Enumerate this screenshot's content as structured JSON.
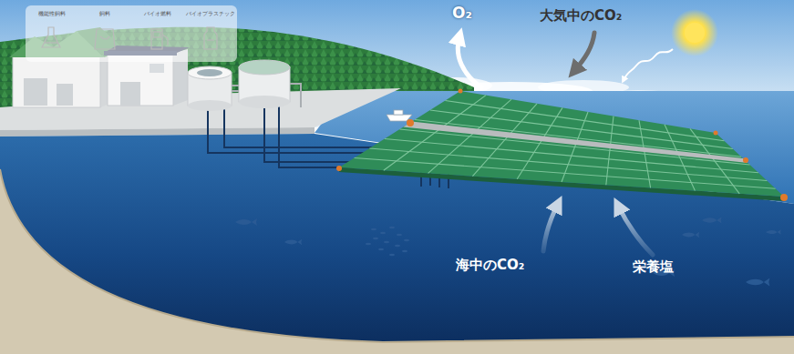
{
  "diagram": {
    "nodes": [
      {
        "text": [
          "機能性飼料",
          "飼料",
          "バイオ燃料",
          "バイオプラスチック"
        ]
      }
    ],
    "labels": [
      "O₂",
      "大気中のCO₂",
      "海中のCO₂",
      "栄養塩"
    ]
  }
}
